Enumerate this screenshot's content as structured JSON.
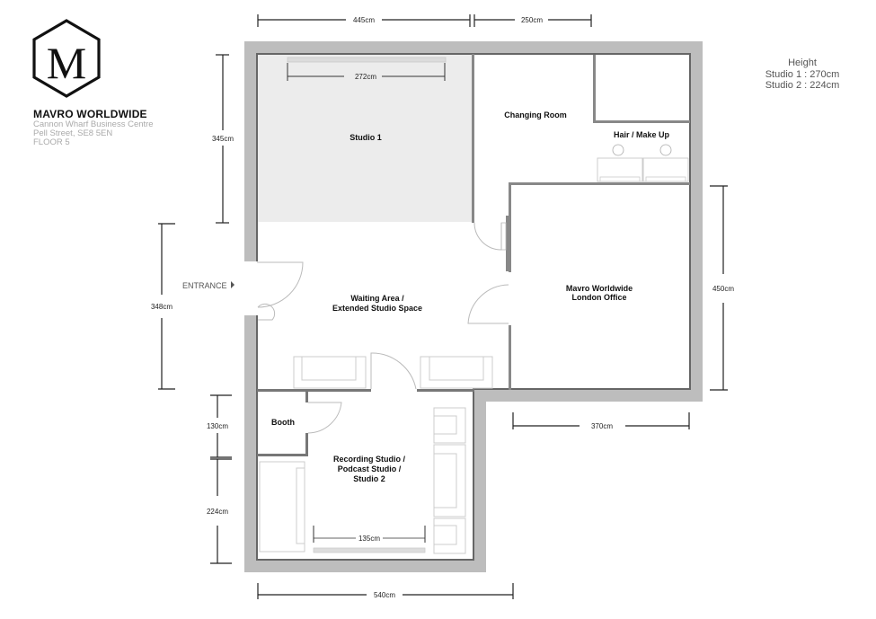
{
  "brand": {
    "logo_icon": "hexagon-m-logo",
    "logo_letter": "M",
    "name": "MAVRO WORLDWIDE",
    "address_lines": [
      "Cannon Wharf Business Centre",
      "Pell Street, SE8 5EN",
      "FLOOR 5"
    ]
  },
  "heights": {
    "title": "Height",
    "lines": [
      "Studio 1 : 270cm",
      "Studio 2 : 224cm"
    ]
  },
  "rooms": {
    "studio1": "Studio 1",
    "changing": "Changing Room",
    "hair": "Hair / Make Up",
    "waiting": [
      "Waiting Area /",
      "Extended Studio Space"
    ],
    "office": [
      "Mavro Worldwide",
      "London Office"
    ],
    "booth": "Booth",
    "recording": [
      "Recording Studio /",
      "Podcast Studio /",
      "Studio 2"
    ]
  },
  "entrance_label": "ENTRANCE",
  "dimensions": {
    "top_left": "445cm",
    "top_right": "250cm",
    "studio1_screen": "272cm",
    "left_upper": "345cm",
    "left_middle": "348cm",
    "right": "450cm",
    "office_bottom": "370cm",
    "booth": "130cm",
    "studio2_height": "224cm",
    "studio2_screen": "135cm",
    "bottom": "540cm"
  },
  "colors": {
    "wall": "#bdbdbd",
    "inner_wall": "#777777",
    "studio1_fill": "#ececec",
    "furniture": "#c8c8c8"
  }
}
